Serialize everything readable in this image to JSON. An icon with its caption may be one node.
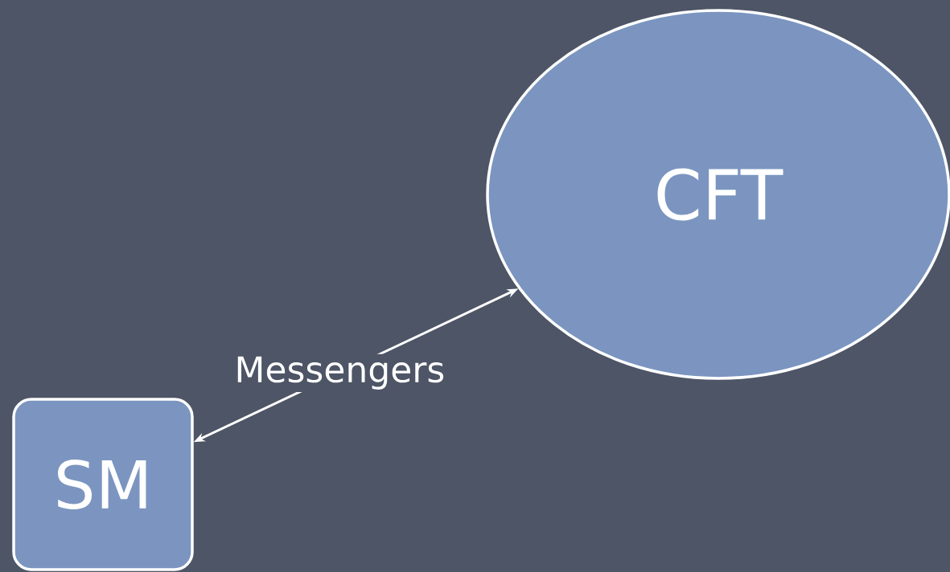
{
  "diagram": {
    "nodes": [
      {
        "text": [
          "CFT"
        ]
      },
      {
        "text": [
          "SM"
        ]
      }
    ],
    "edges": [
      {
        "from": 1,
        "to": 0,
        "arrow": "both",
        "label": "Messengers"
      }
    ]
  }
}
